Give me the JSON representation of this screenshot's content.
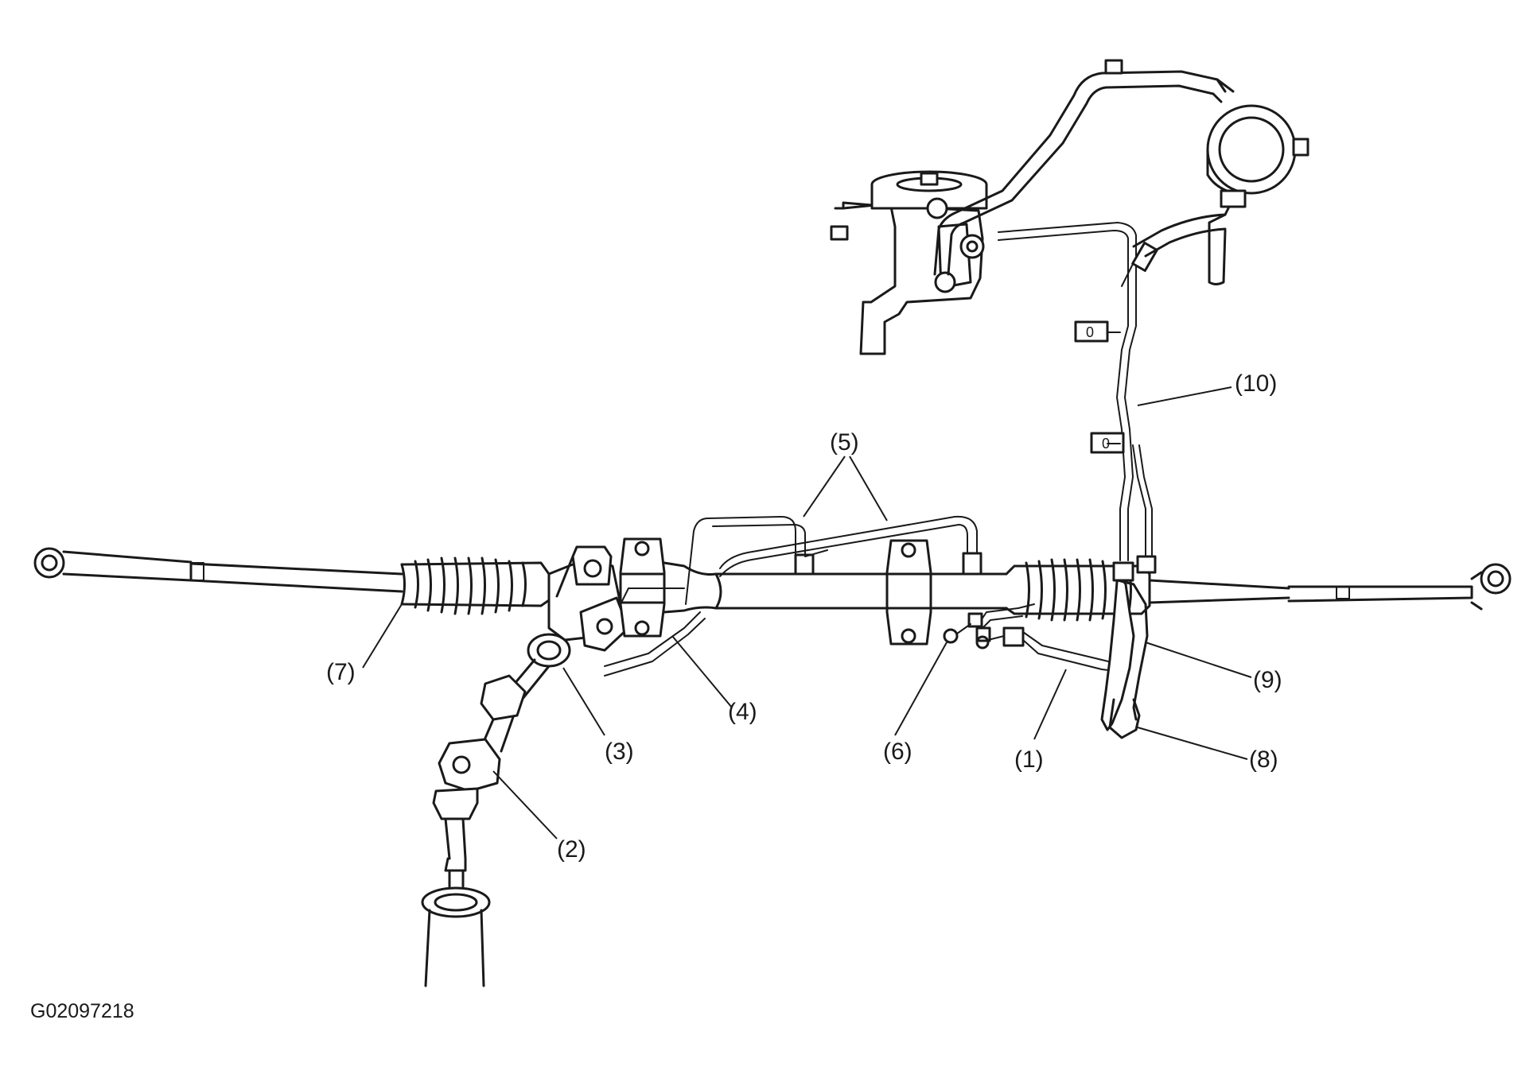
{
  "figure_id": "G02097218",
  "callouts": {
    "c1": "(1)",
    "c2": "(2)",
    "c3": "(3)",
    "c4": "(4)",
    "c5": "(5)",
    "c6": "(6)",
    "c7": "(7)",
    "c8": "(8)",
    "c9": "(9)",
    "c10": "(10)"
  },
  "clamp_marks": {
    "upper": "0",
    "lower": "0"
  }
}
